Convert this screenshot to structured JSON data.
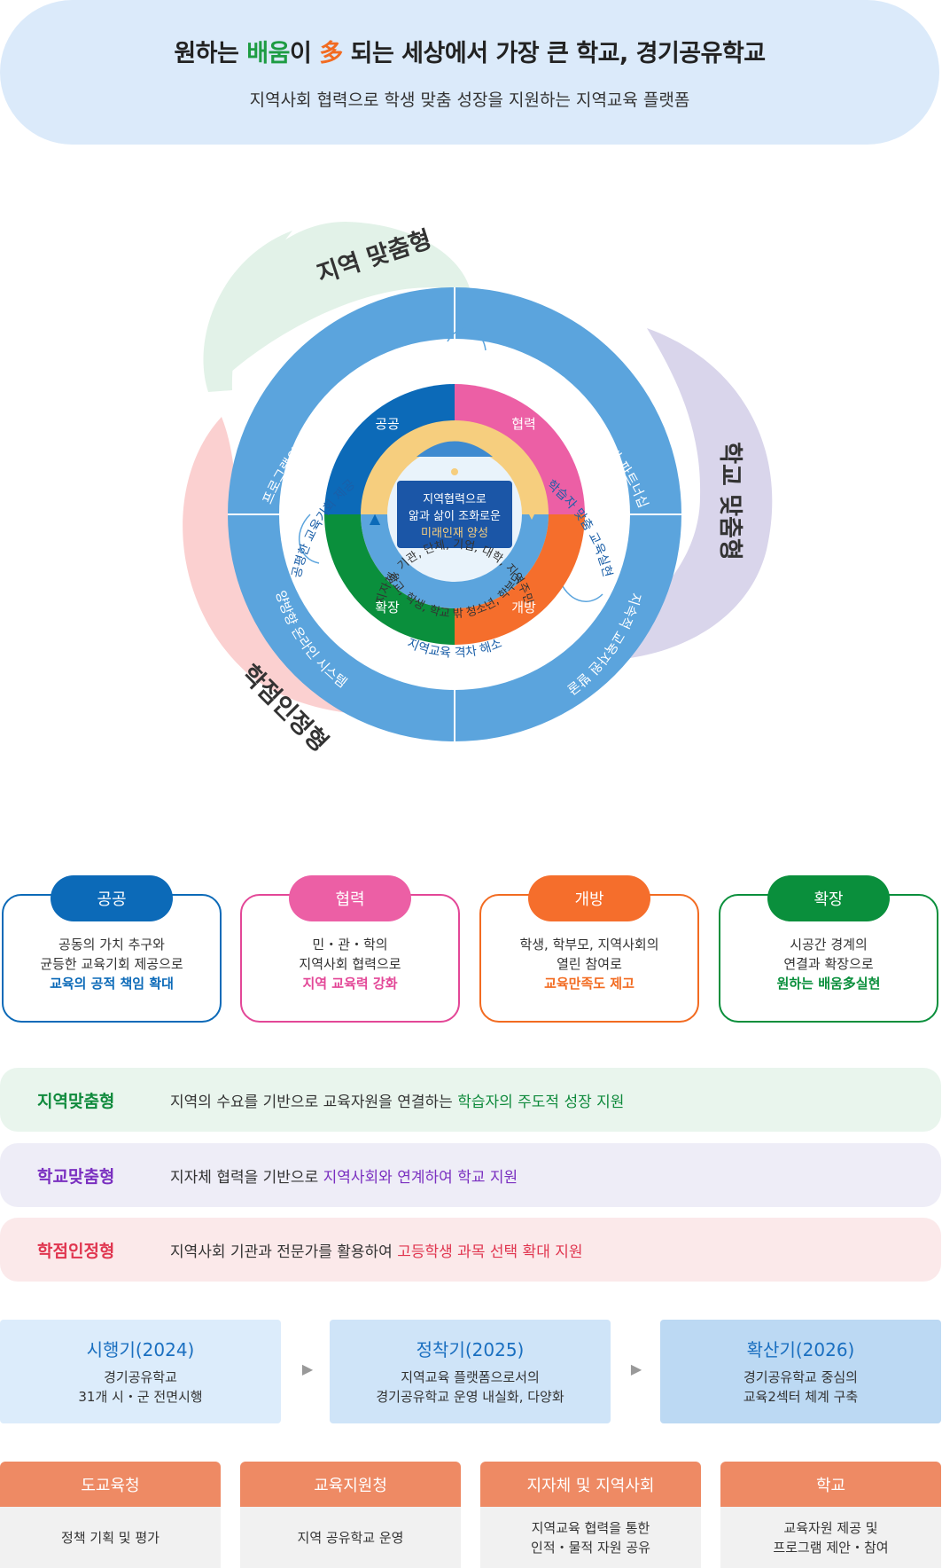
{
  "header": {
    "title_a": "원하는 ",
    "title_b": "배움",
    "title_c": "이 ",
    "title_d": "多",
    "title_e": " 되는 세상에서 가장 큰 학교, 경기공유학교",
    "subtitle": "지역사회 협력으로 학생 맞춤 성장을 지원하는 지역교육 플랫폼"
  },
  "diagram": {
    "petals": [
      "지역 맞춤형",
      "학교 맞춤형",
      "학점인정형"
    ],
    "outer_ring": [
      "프로그램의 체계적 질 관리",
      "지역네트워크 기반 파트너십",
      "지속적 교육자원 발굴",
      "양방향 온라인 시스템"
    ],
    "middle_ring": [
      "공평한 교육기회 제공",
      "학습자 맞춤 교육실현",
      "지역교육 격차 해소"
    ],
    "quadrants": [
      "공공",
      "협력",
      "개방",
      "확장"
    ],
    "upper_arc": "지자체, 기관, 단체, 기업, 대학, 지역주민",
    "lower_arc": "학교, 학생, 학교 밖 청소년, 학부모",
    "center": [
      "지역협력으로",
      "앎과 삶이 조화로운",
      "미래인재 양성"
    ],
    "colors": {
      "public": "#0c6ab8",
      "cooperation": "#ec5fa5",
      "openness": "#f56e2c",
      "expansion": "#0a8f3c",
      "ring": "#5ba4dd"
    }
  },
  "principles": [
    {
      "badge": "공공",
      "line1": "공동의 가치 추구와",
      "line2": "균등한 교육기회 제공으로",
      "highlight": "교육의 공적 책임 확대",
      "color": "#0c6ab8"
    },
    {
      "badge": "협력",
      "line1": "민・관・학의",
      "line2": "지역사회 협력으로",
      "highlight": "지역 교육력 강화",
      "color": "#e34797"
    },
    {
      "badge": "개방",
      "line1": "학생, 학부모, 지역사회의",
      "line2": "열린 참여로",
      "highlight": "교육만족도 제고",
      "color": "#f26b21"
    },
    {
      "badge": "확장",
      "line1": "시공간 경계의",
      "line2": "연결과 확장으로",
      "highlight": "원하는 배움多실현",
      "color": "#0a8f3c"
    }
  ],
  "types": [
    {
      "name": "지역맞춤형",
      "desc": "지역의 수요를 기반으로 교육자원을 연결하는 ",
      "highlight": "학습자의 주도적 성장 지원",
      "color": "#0f8a3c",
      "bg": "#e9f5ed"
    },
    {
      "name": "학교맞춤형",
      "desc": "지자체 협력을 기반으로 ",
      "highlight": "지역사회와 연계하여 학교 지원",
      "color": "#7a2fc0",
      "bg": "#eeedf7"
    },
    {
      "name": "학점인정형",
      "desc": "지역사회 기관과 전문가를 활용하여 ",
      "highlight": "고등학생 과목 선택 확대 지원",
      "color": "#e0354f",
      "bg": "#fbe9ea"
    }
  ],
  "phases": [
    {
      "title": "시행기(2024)",
      "line1": "경기공유학교",
      "line2": "31개 시・군 전면시행",
      "bg": "#dcecfb"
    },
    {
      "title": "정착기(2025)",
      "line1": "지역교육 플랫폼으로서의",
      "line2": "경기공유학교 운영 내실화, 다양화",
      "bg": "#cfe4f8"
    },
    {
      "title": "확산기(2026)",
      "line1": "경기공유학교 중심의",
      "line2": "교육2섹터 체계 구축",
      "bg": "#bcd9f3"
    }
  ],
  "arrow": "▶",
  "orgs": [
    {
      "name": "도교육청",
      "line1": "정책 기획 및 평가",
      "line2": ""
    },
    {
      "name": "교육지원청",
      "line1": "지역 공유학교 운영",
      "line2": ""
    },
    {
      "name": "지자체 및 지역사회",
      "line1": "지역교육 협력을 통한",
      "line2": "인적・물적 자원 공유"
    },
    {
      "name": "학교",
      "line1": "교육자원 제공 및",
      "line2": "프로그램 제안・참여"
    }
  ]
}
